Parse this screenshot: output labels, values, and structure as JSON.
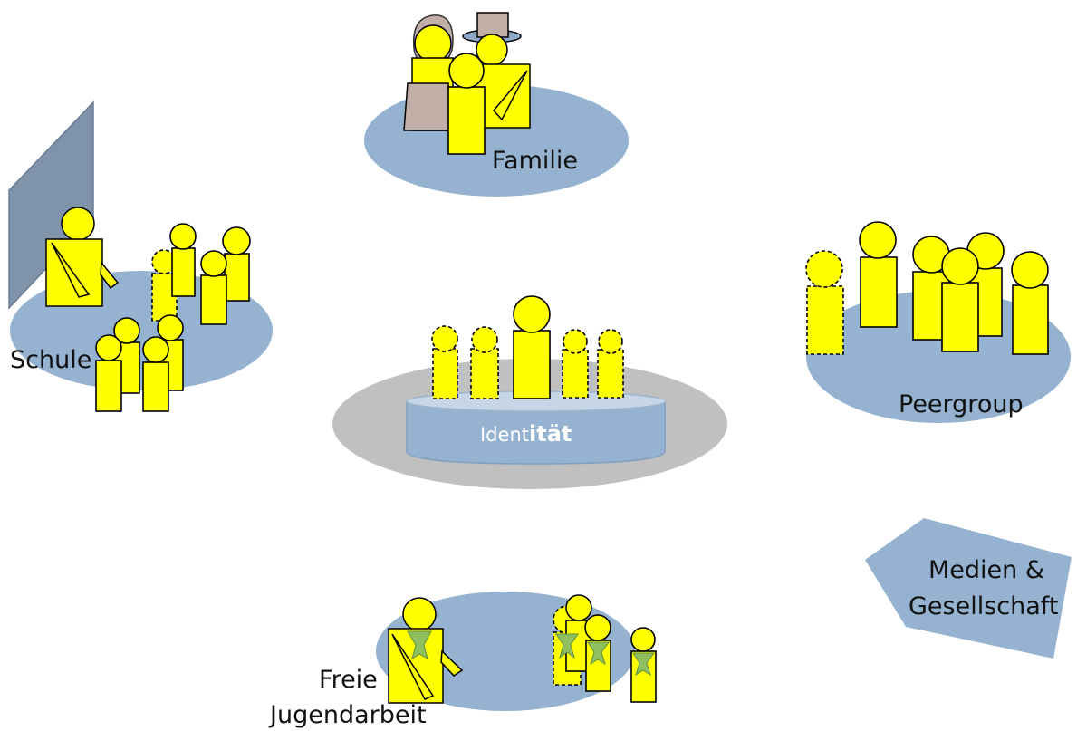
{
  "center": {
    "label_prefix": "Ident",
    "label_suffix": "ität"
  },
  "groups": {
    "familie": {
      "label": "Familie"
    },
    "schule": {
      "label": "Schule"
    },
    "peergroup": {
      "label": "Peergroup"
    },
    "jugendarbeit": {
      "label_line1": "Freie",
      "label_line2": "Jugendarbeit"
    },
    "medien": {
      "label_line1": "Medien &",
      "label_line2": "Gesellschaft"
    }
  },
  "colors": {
    "ellipse_blue": "#95b3d0",
    "center_gray": "#c0c0c0",
    "cylinder_top": "#c7d6e6",
    "cylinder_body": "#95b3d0",
    "person": "#ffff00",
    "board": "#7f93ab",
    "scarf": "#8fbf5f"
  }
}
